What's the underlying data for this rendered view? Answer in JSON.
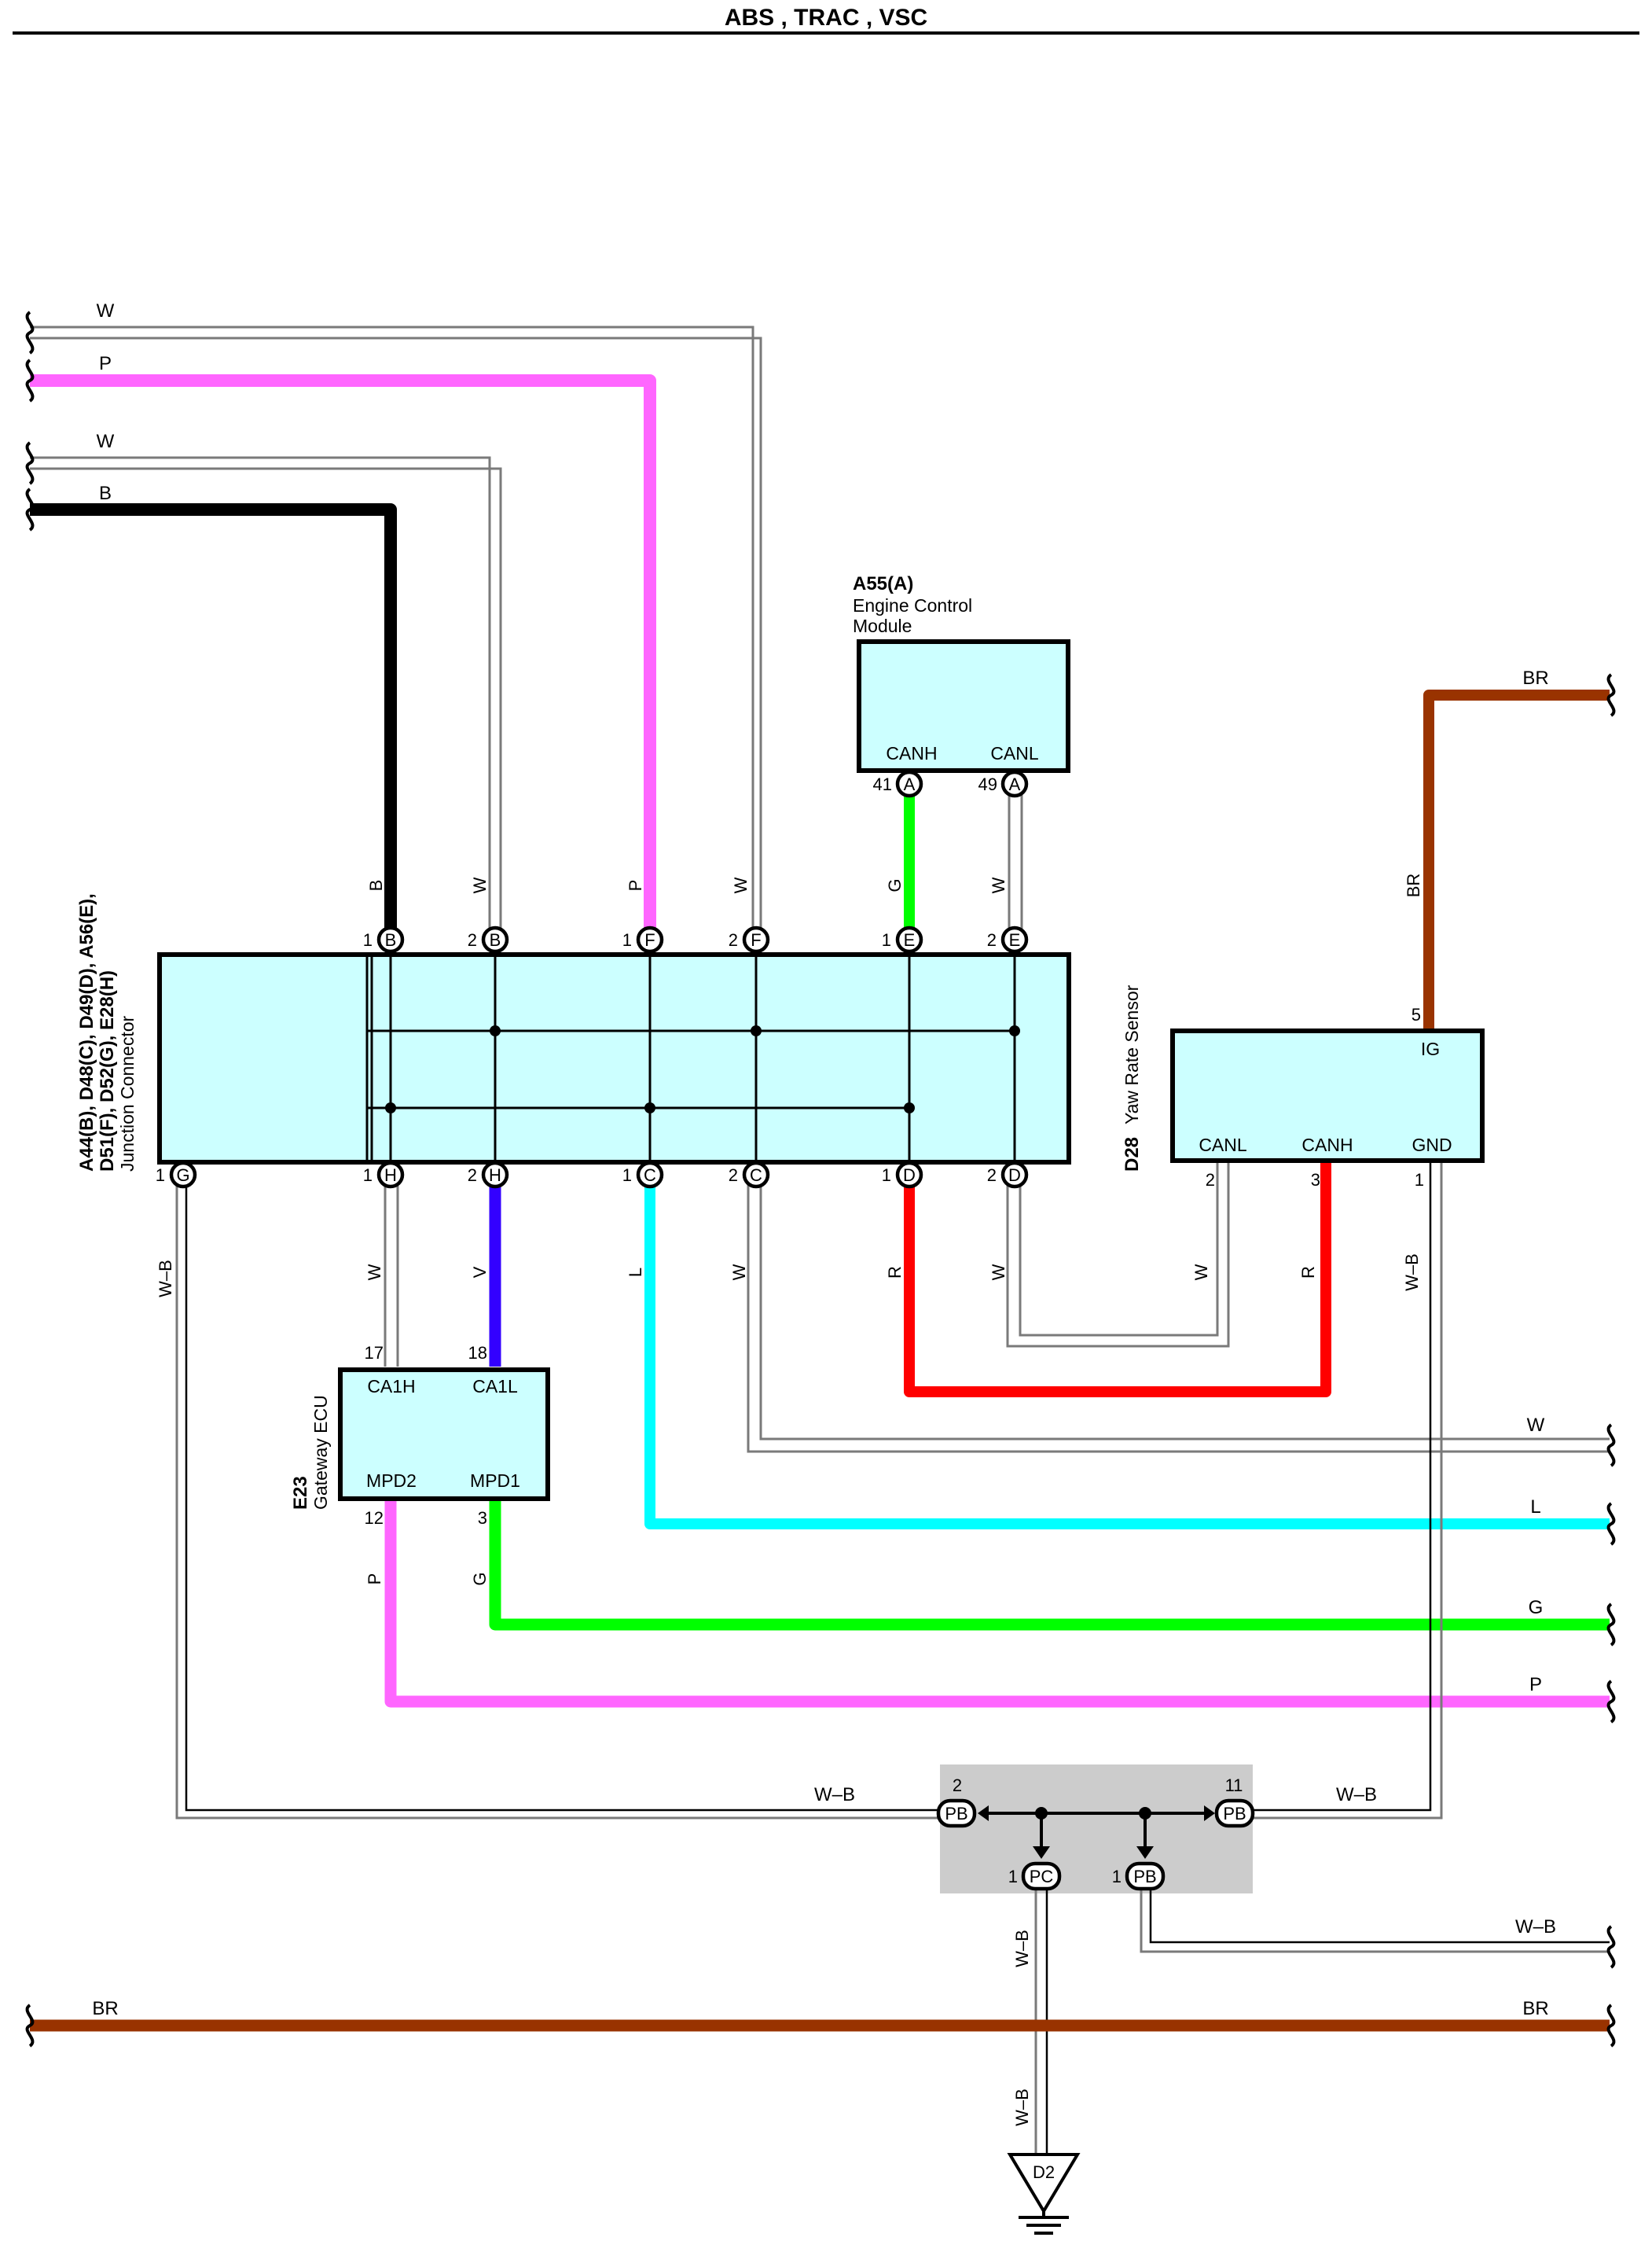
{
  "title": "ABS , TRAC , VSC",
  "colors": {
    "box_fill": "#ccffff",
    "wire_P": "#ff66ff",
    "wire_B": "#000000",
    "wire_BR": "#993300",
    "wire_G": "#00ff00",
    "wire_L": "#00ffff",
    "wire_R": "#ff0000",
    "wire_V": "#3300ff",
    "wire_W": "#ffffff",
    "ground_block": "#cccccc"
  },
  "left_wires": [
    {
      "label": "W"
    },
    {
      "label": "P"
    },
    {
      "label": "W"
    },
    {
      "label": "B"
    }
  ],
  "right_wires": [
    {
      "label": "BR"
    },
    {
      "label": "W"
    },
    {
      "label": "L"
    },
    {
      "label": "G"
    },
    {
      "label": "P"
    },
    {
      "label": "W–B"
    },
    {
      "label": "BR"
    }
  ],
  "bottom_left_wire": {
    "label": "BR"
  },
  "junction": {
    "line1": "A44(B), D48(C), D49(D), A56(E),",
    "line2": "D51(F), D52(G), E28(H)",
    "line3": "Junction Connector",
    "top_pins": [
      {
        "num": "1",
        "code": "B",
        "wire": "B"
      },
      {
        "num": "2",
        "code": "B",
        "wire": "W"
      },
      {
        "num": "1",
        "code": "F",
        "wire": "P"
      },
      {
        "num": "2",
        "code": "F",
        "wire": "W"
      },
      {
        "num": "1",
        "code": "E",
        "wire": "G"
      },
      {
        "num": "2",
        "code": "E",
        "wire": "W"
      }
    ],
    "bottom_pins": [
      {
        "num": "1",
        "code": "G",
        "wire": "W–B"
      },
      {
        "num": "1",
        "code": "H",
        "wire": "W"
      },
      {
        "num": "2",
        "code": "H",
        "wire": "V"
      },
      {
        "num": "1",
        "code": "C",
        "wire": "L"
      },
      {
        "num": "2",
        "code": "C",
        "wire": "W"
      },
      {
        "num": "1",
        "code": "D",
        "wire": "R"
      },
      {
        "num": "2",
        "code": "D",
        "wire": "W"
      }
    ]
  },
  "ecm": {
    "id": "A55(A)",
    "name_line1": "Engine Control",
    "name_line2": "Module",
    "pins": [
      {
        "label": "CANH",
        "num": "41",
        "code": "A"
      },
      {
        "label": "CANL",
        "num": "49",
        "code": "A"
      }
    ]
  },
  "yaw": {
    "id": "D28",
    "name": "Yaw Rate Sensor",
    "pins": [
      {
        "label": "IG",
        "num": "5"
      },
      {
        "label": "CANL",
        "num": "2",
        "wire": "W"
      },
      {
        "label": "CANH",
        "num": "3",
        "wire": "R"
      },
      {
        "label": "GND",
        "num": "1",
        "wire": "W–B"
      }
    ],
    "ig_wire": "BR"
  },
  "gateway": {
    "id": "E23",
    "name": "Gateway ECU",
    "pins": [
      {
        "label": "CA1H",
        "num": "17"
      },
      {
        "label": "CA1L",
        "num": "18"
      },
      {
        "label": "MPD2",
        "num": "12",
        "wire": "P"
      },
      {
        "label": "MPD1",
        "num": "3",
        "wire": "G"
      }
    ]
  },
  "ground": {
    "left": {
      "num": "2",
      "code": "PB",
      "wire": "W–B"
    },
    "right": {
      "num": "11",
      "code": "PB",
      "wire": "W–B"
    },
    "out1": {
      "num": "1",
      "code": "PC",
      "wire": "W–B"
    },
    "out2": {
      "num": "1",
      "code": "PB"
    },
    "down_wire": "W–B",
    "ground_point": "D2"
  }
}
